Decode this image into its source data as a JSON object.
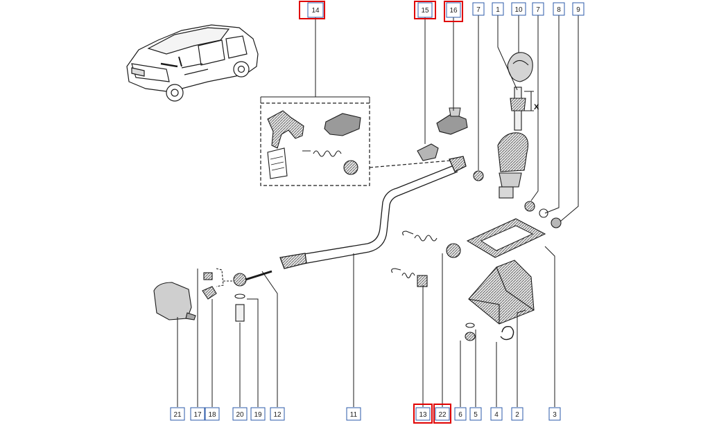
{
  "diagram": {
    "x_marker": "X",
    "callouts": [
      {
        "id": "14",
        "text": "14",
        "highlight": true
      },
      {
        "id": "15",
        "text": "15",
        "highlight": true
      },
      {
        "id": "16",
        "text": "16",
        "highlight": true
      },
      {
        "id": "7a",
        "text": "7",
        "highlight": false
      },
      {
        "id": "1",
        "text": "1",
        "highlight": false
      },
      {
        "id": "10",
        "text": "10",
        "highlight": false
      },
      {
        "id": "7b",
        "text": "7",
        "highlight": false
      },
      {
        "id": "8",
        "text": "8",
        "highlight": false
      },
      {
        "id": "9",
        "text": "9",
        "highlight": false
      },
      {
        "id": "21",
        "text": "21",
        "highlight": false
      },
      {
        "id": "17",
        "text": "17",
        "highlight": false
      },
      {
        "id": "18",
        "text": "18",
        "highlight": false
      },
      {
        "id": "20",
        "text": "20",
        "highlight": false
      },
      {
        "id": "19",
        "text": "19",
        "highlight": false
      },
      {
        "id": "12",
        "text": "12",
        "highlight": false
      },
      {
        "id": "11",
        "text": "11",
        "highlight": false
      },
      {
        "id": "13",
        "text": "13",
        "highlight": true
      },
      {
        "id": "22",
        "text": "22",
        "highlight": true
      },
      {
        "id": "6",
        "text": "6",
        "highlight": false
      },
      {
        "id": "5",
        "text": "5",
        "highlight": false
      },
      {
        "id": "4",
        "text": "4",
        "highlight": false
      },
      {
        "id": "2",
        "text": "2",
        "highlight": false
      },
      {
        "id": "3",
        "text": "3",
        "highlight": false
      }
    ],
    "colors": {
      "line": "#1a1a1a",
      "label_border": "#2b5aa8",
      "highlight": "#e00000",
      "part_shade": "#cfcfcf"
    }
  }
}
